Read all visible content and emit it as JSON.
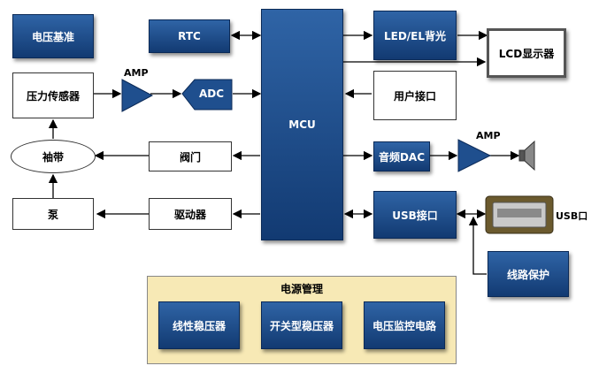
{
  "blocks": {
    "voltage_ref": "电压基准",
    "rtc": "RTC",
    "mcu": "MCU",
    "led": "LED/EL背光",
    "lcd": "LCD显示器",
    "pressure_sensor": "压力传感器",
    "amp_left": "AMP",
    "adc": "ADC",
    "user_interface": "用户接口",
    "cuff": "袖带",
    "valve": "阀门",
    "audio_dac": "音频DAC",
    "amp_right": "AMP",
    "pump": "泵",
    "driver": "驱动器",
    "usb_interface": "USB接口",
    "usb_port": "USB口",
    "line_protect": "线路保护"
  },
  "power": {
    "title": "电源管理",
    "linear": "线性稳压器",
    "switching": "开关型稳压器",
    "monitor": "电压监控电路"
  },
  "colors": {
    "block_blue": "#1f4f8e",
    "power_bg": "#f7e9b5",
    "line": "#000000"
  }
}
